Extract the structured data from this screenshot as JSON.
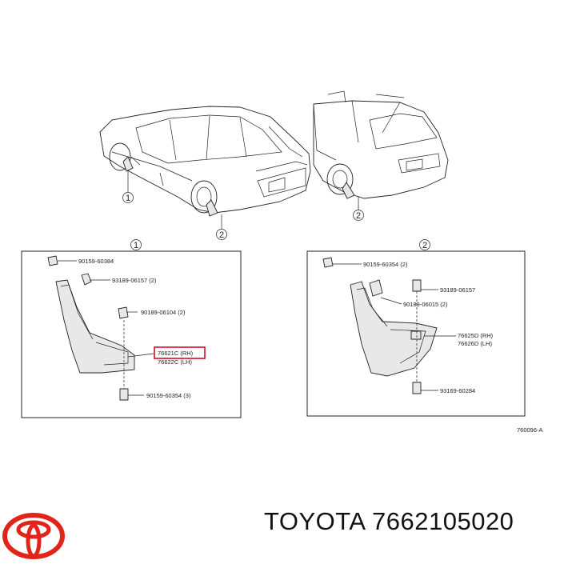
{
  "callouts": {
    "c1": "1",
    "c2": "2"
  },
  "panel1": {
    "heading": "1",
    "parts": [
      "90159-60384",
      "93189-06157 (2)",
      "90189-06104 (2)",
      "76621C (RH)",
      "76622C (LH)",
      "90159-60354 (3)"
    ]
  },
  "panel2": {
    "heading": "2",
    "parts": [
      "90159-60354 (2)",
      "93189-06157",
      "90189-06015 (2)",
      "76625D (RH)",
      "76626D (LH)",
      "93169-60284"
    ]
  },
  "figure_code": "760096-A",
  "brand": "TOYOTA",
  "part_number": "7662105020",
  "colors": {
    "logo_red": "#e2231a",
    "highlight_red": "#c8102e"
  }
}
